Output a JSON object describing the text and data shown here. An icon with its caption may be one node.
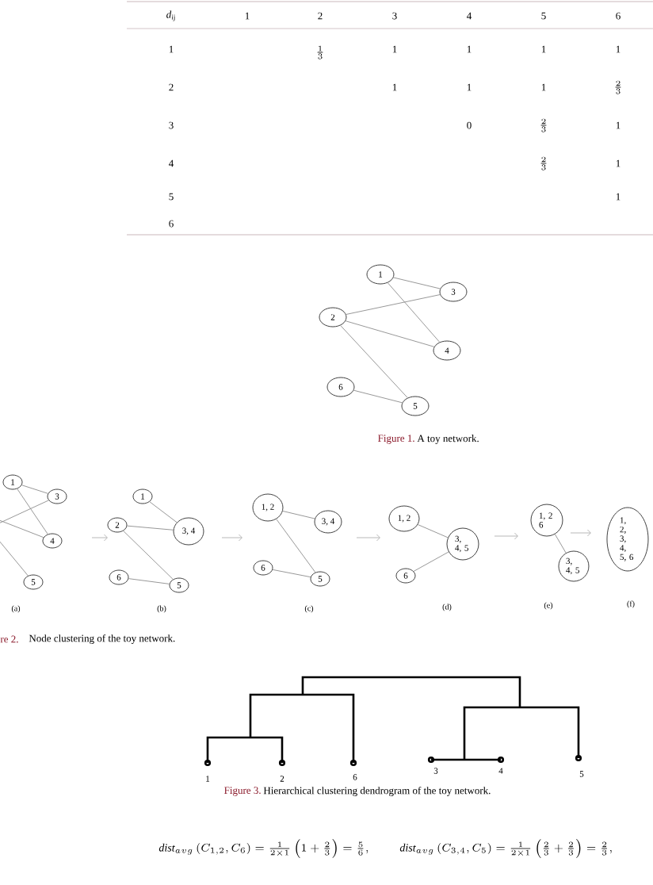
{
  "diagram": {
    "nodes": [
      {
        "text": [
          "1"
        ]
      },
      {
        "text": [
          "3"
        ]
      },
      {
        "text": [
          "2"
        ]
      },
      {
        "text": [
          "4"
        ]
      },
      {
        "text": [
          "6"
        ]
      },
      {
        "text": [
          "5"
        ]
      },
      {
        "text": [
          "1"
        ]
      },
      {
        "text": [
          "3"
        ]
      },
      {
        "text": [
          "4"
        ]
      },
      {
        "text": [
          "5"
        ]
      },
      {
        "text": [
          "1"
        ]
      },
      {
        "text": [
          "2"
        ]
      },
      {
        "text": [
          "3, 4"
        ]
      },
      {
        "text": [
          "6"
        ]
      },
      {
        "text": [
          "5"
        ]
      },
      {
        "text": [
          "1, 2"
        ]
      },
      {
        "text": [
          "3, 4"
        ]
      },
      {
        "text": [
          "6"
        ]
      },
      {
        "text": [
          "5"
        ]
      },
      {
        "text": [
          "1, 2"
        ]
      },
      {
        "text": [
          "3, 4, 5"
        ]
      },
      {
        "text": [
          "6"
        ]
      },
      {
        "text": [
          "1, 2 6"
        ]
      },
      {
        "text": [
          "3, 4, 5"
        ]
      },
      {
        "text": [
          "1, 2, 3, 4, 5, 6"
        ]
      }
    ],
    "edges": [
      {
        "from": 0,
        "to": 1,
        "arrow": "none"
      },
      {
        "from": 0,
        "to": 3,
        "arrow": "none"
      },
      {
        "from": 2,
        "to": 1,
        "arrow": "none"
      },
      {
        "from": 2,
        "to": 3,
        "arrow": "none"
      },
      {
        "from": 2,
        "to": 5,
        "arrow": "none"
      },
      {
        "from": 4,
        "to": 5,
        "arrow": "none"
      },
      {
        "from": 6,
        "to": 7,
        "arrow": "none"
      },
      {
        "from": 6,
        "to": 8,
        "arrow": "none"
      },
      {
        "from": null,
        "to": 7,
        "arrow": "none"
      },
      {
        "from": null,
        "to": 8,
        "arrow": "none"
      },
      {
        "from": null,
        "to": 9,
        "arrow": "none"
      },
      {
        "from": 10,
        "to": 12,
        "arrow": "none"
      },
      {
        "from": 11,
        "to": 12,
        "arrow": "none"
      },
      {
        "from": 11,
        "to": 14,
        "arrow": "none"
      },
      {
        "from": 13,
        "to": 14,
        "arrow": "none"
      },
      {
        "from": 15,
        "to": 16,
        "arrow": "none"
      },
      {
        "from": 15,
        "to": 18,
        "arrow": "none"
      },
      {
        "from": 17,
        "to": 18,
        "arrow": "none"
      },
      {
        "from": 19,
        "to": 20,
        "arrow": "none"
      },
      {
        "from": 21,
        "to": 20,
        "arrow": "none"
      },
      {
        "from": 22,
        "to": 23,
        "arrow": "none"
      }
    ],
    "labels": [
      "*d*$_{ij}$",
      "1",
      "2",
      "3",
      "4",
      "5",
      "6",
      "1",
      "\\frac{1}{3}",
      "1",
      "1",
      "1",
      "1",
      "2",
      "1",
      "1",
      "1",
      "\\frac{2}{3}",
      "3",
      "0",
      "\\frac{2}{3}",
      "1",
      "4",
      "\\frac{2}{3}",
      "1",
      "5",
      "1",
      "6",
      "Figure 1.",
      "A toy network.",
      "(a)",
      "(b)",
      "(c)",
      "(d)",
      "(e)",
      "(f)",
      "re 2.",
      "Node clustering of the toy network.",
      "1",
      "2",
      "6",
      "3",
      "4",
      "5",
      "Figure 3.",
      "Hierarchical clustering dendrogram of the toy network.",
      "\\mathit{dist}_{avg}\\left(C_{1,2},C_6\\right)=\\frac{1}{2\\times 1}\\left(1+\\frac{2}{3}\\right)=\\frac{5}{6},",
      "\\mathit{dist}_{avg}\\left(C_{3,4},C_5\\right)=\\frac{1}{2\\times 1}\\left(\\frac{2}{3}+\\frac{2}{3}\\right)=\\frac{2}{3},"
    ]
  }
}
